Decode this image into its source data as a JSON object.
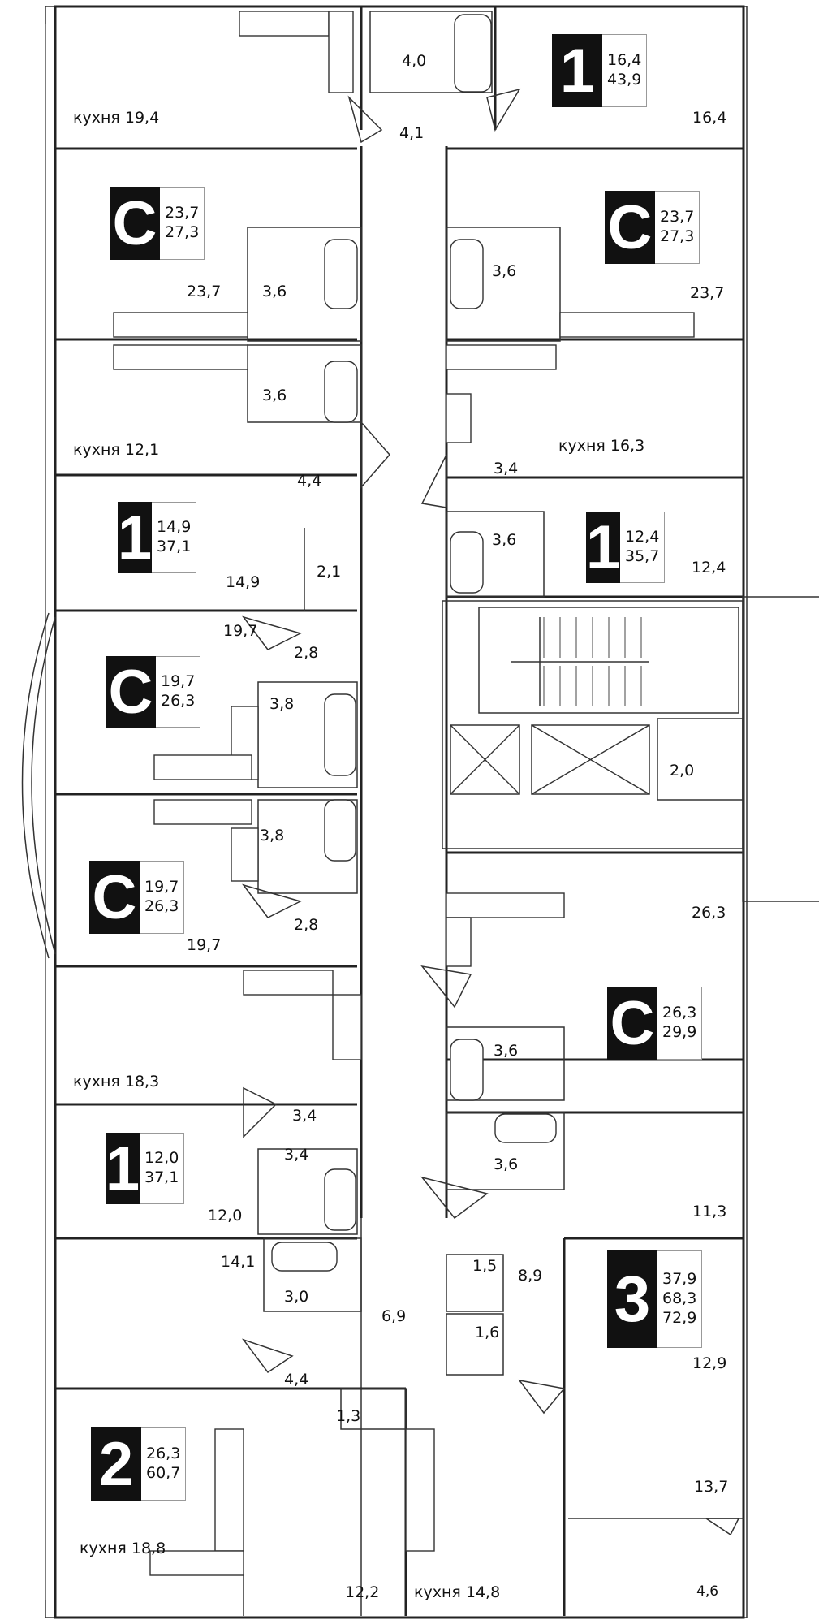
{
  "apartments": [
    {
      "id": "a1",
      "type": "1",
      "areas": [
        "16,4",
        "43,9"
      ]
    },
    {
      "id": "a2",
      "type": "C",
      "areas": [
        "23,7",
        "27,3"
      ]
    },
    {
      "id": "a3",
      "type": "C",
      "areas": [
        "23,7",
        "27,3"
      ]
    },
    {
      "id": "a4",
      "type": "1",
      "areas": [
        "14,9",
        "37,1"
      ]
    },
    {
      "id": "a5",
      "type": "1",
      "areas": [
        "12,4",
        "35,7"
      ]
    },
    {
      "id": "a6",
      "type": "C",
      "areas": [
        "19,7",
        "26,3"
      ]
    },
    {
      "id": "a7",
      "type": "C",
      "areas": [
        "19,7",
        "26,3"
      ]
    },
    {
      "id": "a8",
      "type": "C",
      "areas": [
        "26,3",
        "29,9"
      ]
    },
    {
      "id": "a9",
      "type": "1",
      "areas": [
        "12,0",
        "37,1"
      ]
    },
    {
      "id": "a10",
      "type": "3",
      "areas": [
        "37,9",
        "68,3",
        "72,9"
      ]
    },
    {
      "id": "a11",
      "type": "2",
      "areas": [
        "26,3",
        "60,7"
      ]
    }
  ],
  "rooms": [
    {
      "id": "r1",
      "label": "кухня 19,4"
    },
    {
      "id": "r2",
      "label": "4,0"
    },
    {
      "id": "r3",
      "label": "16,4"
    },
    {
      "id": "r4",
      "label": "4,1"
    },
    {
      "id": "r5",
      "label": "23,7"
    },
    {
      "id": "r6",
      "label": "3,6"
    },
    {
      "id": "r7",
      "label": "3,6"
    },
    {
      "id": "r8",
      "label": "23,7"
    },
    {
      "id": "r9",
      "label": "3,6"
    },
    {
      "id": "r10",
      "label": "кухня 12,1"
    },
    {
      "id": "r11",
      "label": "кухня 16,3"
    },
    {
      "id": "r12",
      "label": "3,4"
    },
    {
      "id": "r13",
      "label": "4,4"
    },
    {
      "id": "r14",
      "label": "3,6"
    },
    {
      "id": "r15",
      "label": "12,4"
    },
    {
      "id": "r16",
      "label": "2,1"
    },
    {
      "id": "r17",
      "label": "14,9"
    },
    {
      "id": "r18",
      "label": "19,7"
    },
    {
      "id": "r19",
      "label": "2,8"
    },
    {
      "id": "r20",
      "label": "3,8"
    },
    {
      "id": "r21",
      "label": "2,0"
    },
    {
      "id": "r22",
      "label": "3,8"
    },
    {
      "id": "r23",
      "label": "2,8"
    },
    {
      "id": "r24",
      "label": "19,7"
    },
    {
      "id": "r25",
      "label": "26,3"
    },
    {
      "id": "r26",
      "label": "3,6"
    },
    {
      "id": "r27",
      "label": "кухня 18,3"
    },
    {
      "id": "r28",
      "label": "3,4"
    },
    {
      "id": "r29",
      "label": "3,4"
    },
    {
      "id": "r30",
      "label": "3,6"
    },
    {
      "id": "r31",
      "label": "12,0"
    },
    {
      "id": "r32",
      "label": "11,3"
    },
    {
      "id": "r33",
      "label": "14,1"
    },
    {
      "id": "r34",
      "label": "3,0"
    },
    {
      "id": "r35",
      "label": "6,9"
    },
    {
      "id": "r36",
      "label": "1,5"
    },
    {
      "id": "r37",
      "label": "8,9"
    },
    {
      "id": "r38",
      "label": "1,6"
    },
    {
      "id": "r39",
      "label": "12,9"
    },
    {
      "id": "r40",
      "label": "4,4"
    },
    {
      "id": "r41",
      "label": "1,3"
    },
    {
      "id": "r42",
      "label": "13,7"
    },
    {
      "id": "r43",
      "label": "кухня 18,8"
    },
    {
      "id": "r44",
      "label": "12,2"
    },
    {
      "id": "r45",
      "label": "кухня 14,8"
    },
    {
      "id": "r46",
      "label": "4,6"
    }
  ]
}
